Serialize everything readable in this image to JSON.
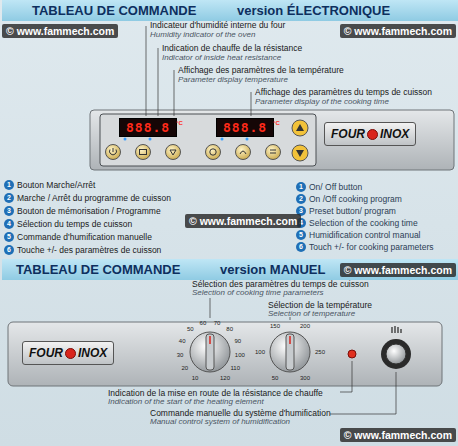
{
  "diagram": {
    "title": "TABLEAU DE COMMANDE",
    "nodes": [
      {
        "text": [
          "TABLEAU DE COMMANDE",
          "version ÉLECTRONIQUE"
        ]
      },
      {
        "text": [
          "888.8"
        ]
      },
      {
        "text": [
          "888.8"
        ]
      },
      {
        "text": [
          "FOUR",
          "INOX"
        ]
      },
      {
        "text": [
          "1",
          "Bouton Marche/Arrêt"
        ]
      },
      {
        "text": [
          "2",
          "Marche / Arrêt du programme de cuisson"
        ]
      },
      {
        "text": [
          "3",
          "Bouton de mémorisation / Programme"
        ]
      },
      {
        "text": [
          "4",
          "Sélection du temps de cuisson"
        ]
      },
      {
        "text": [
          "5",
          "Commande d'humification manuelle"
        ]
      },
      {
        "text": [
          "6",
          "Touche +/- des paramètres de cuisson"
        ]
      },
      {
        "text": [
          "1",
          "On/ Off button"
        ]
      },
      {
        "text": [
          "2",
          "On /Off cooking program"
        ]
      },
      {
        "text": [
          "3",
          "Preset button/ program"
        ]
      },
      {
        "text": [
          "4",
          "Selection of the cooking time"
        ]
      },
      {
        "text": [
          "5",
          "Humidification control manual"
        ]
      },
      {
        "text": [
          "6",
          "Touch +/- for cooking parameters"
        ]
      },
      {
        "text": [
          "TABLEAU DE COMMANDE",
          "version MANUEL"
        ]
      },
      {
        "text": [
          "FOUR",
          "INOX"
        ]
      }
    ],
    "labels": [
      "Indicateur d'humidité interne du four",
      "Humidity indicator of the oven",
      "Indication de chauffe de la résistance",
      "Indicator of inside heat resistance",
      "Affichage des paramètres de la température",
      "Parameter display temperature",
      "Affichage des paramètres du temps de cuisson",
      "Parameter display of the cooking time",
      "°C",
      "°C",
      "Sélection des paramètres du temps de cuisson",
      "Selection of  cooking time parameters",
      "Sélection de la température",
      "Selection of temperature",
      "Indication de la mise en route de la résistance de chauffe",
      "Indication of the start of the heating element",
      "Commande manuelle du système d'humification",
      "Manual control system of humidification",
      "10",
      "20",
      "30",
      "40",
      "50",
      "60",
      "70",
      "80",
      "90",
      "100",
      "110",
      "120",
      "50",
      "100",
      "150",
      "200",
      "250",
      "300",
      "© www.fammech.com",
      "© www.fammech.com",
      "© www.fammech.com",
      "© www.fammech.com",
      "© www.fammech.com"
    ]
  }
}
